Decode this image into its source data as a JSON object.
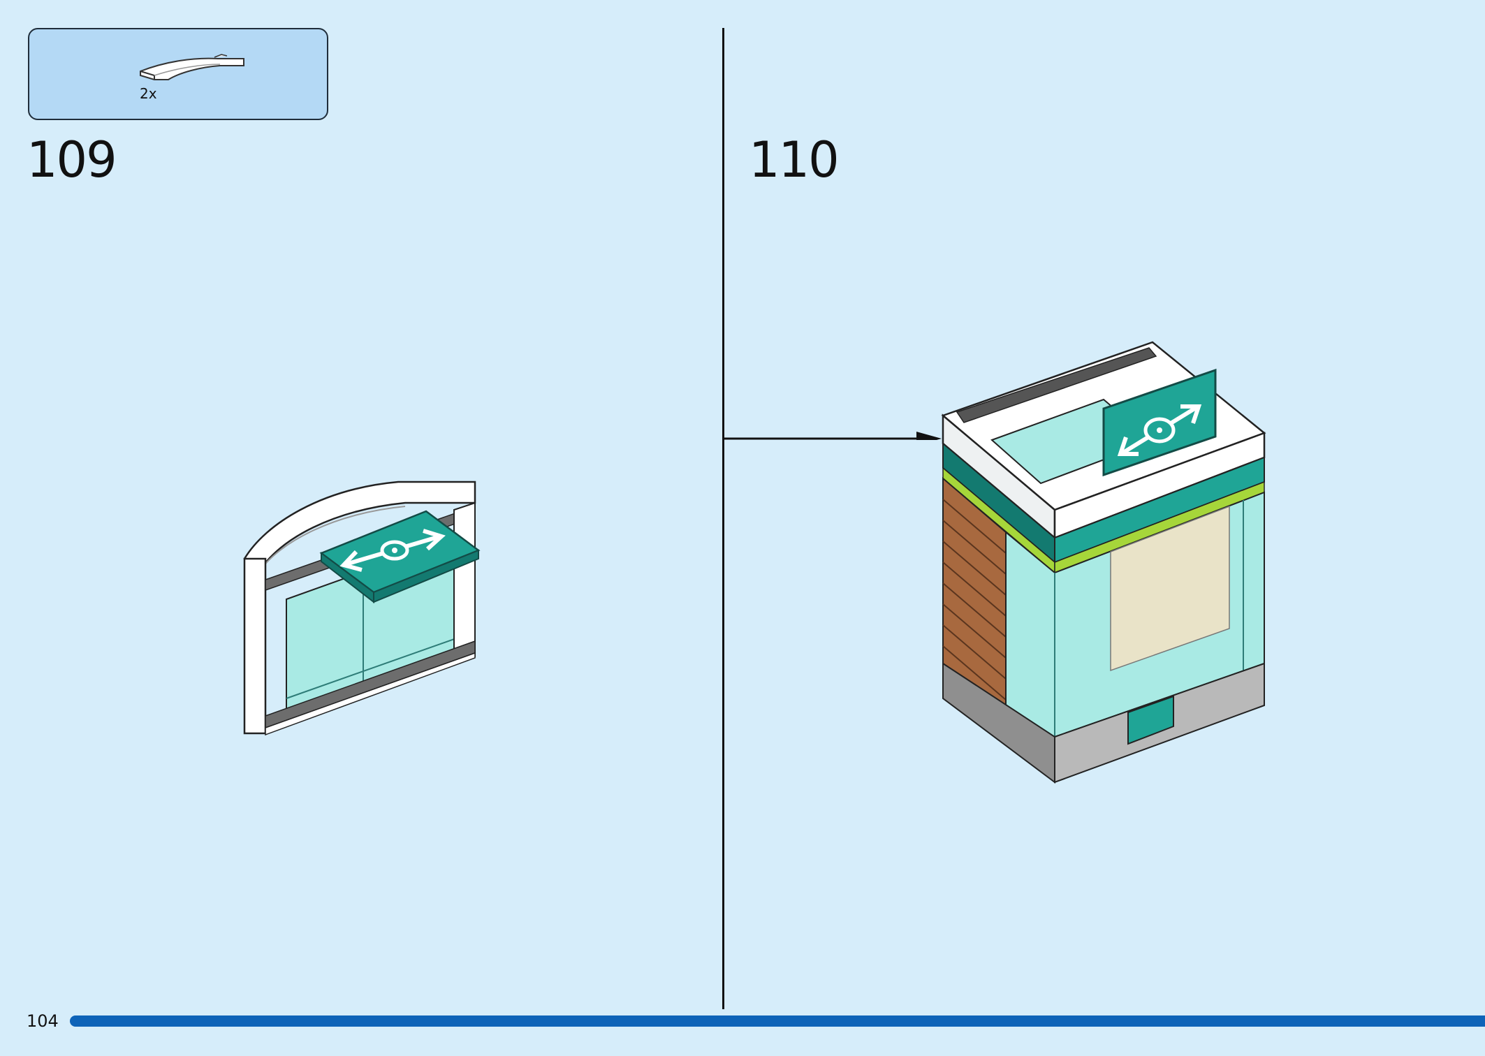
{
  "parts_callout": {
    "quantity": "2x",
    "part_icon": "white-curved-slope-brick-icon"
  },
  "steps": [
    {
      "number": "109",
      "sign_icon": "double-arrow-sign-icon"
    },
    {
      "number": "110",
      "sign_icon": "double-arrow-sign-icon"
    }
  ],
  "footer": {
    "page_number": "104"
  },
  "colors": {
    "background": "#d6edfa",
    "parts_box": "#b4d9f5",
    "progress": "#0d63b8",
    "teal": "#1fa596",
    "glass": "#a9eae4",
    "wood": "#a8693f",
    "lime": "#a6d63a"
  }
}
